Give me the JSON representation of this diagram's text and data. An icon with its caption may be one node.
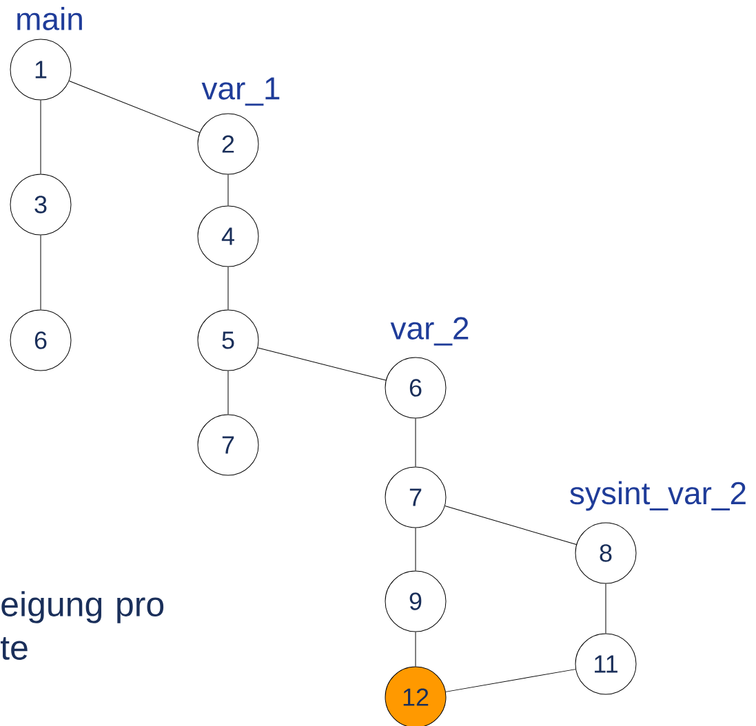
{
  "diagram": {
    "nodes": [
      {
        "text": [
          "1"
        ],
        "beside": [
          "main"
        ]
      },
      {
        "text": [
          "3"
        ]
      },
      {
        "text": [
          "6"
        ]
      },
      {
        "text": [
          "2"
        ],
        "beside": [
          "var_1"
        ]
      },
      {
        "text": [
          "4"
        ]
      },
      {
        "text": [
          "5"
        ]
      },
      {
        "text": [
          "7"
        ]
      },
      {
        "text": [
          "6"
        ],
        "beside": [
          "var_2"
        ]
      },
      {
        "text": [
          "7"
        ]
      },
      {
        "text": [
          "9"
        ]
      },
      {
        "text": [
          "12"
        ]
      },
      {
        "text": [
          "8"
        ],
        "beside": [
          "sysint_var_2"
        ]
      },
      {
        "text": [
          "11"
        ]
      }
    ],
    "edges": [
      {
        "from": 0,
        "to": 1,
        "arrow": "none"
      },
      {
        "from": 1,
        "to": 2,
        "arrow": "none"
      },
      {
        "from": 0,
        "to": 3,
        "arrow": "none"
      },
      {
        "from": 3,
        "to": 4,
        "arrow": "none"
      },
      {
        "from": 4,
        "to": 5,
        "arrow": "none"
      },
      {
        "from": 5,
        "to": 6,
        "arrow": "none"
      },
      {
        "from": 5,
        "to": 7,
        "arrow": "none"
      },
      {
        "from": 7,
        "to": 8,
        "arrow": "none"
      },
      {
        "from": 8,
        "to": 11,
        "arrow": "none"
      },
      {
        "from": 8,
        "to": 9,
        "arrow": "none"
      },
      {
        "from": 9,
        "to": 10,
        "arrow": "none"
      },
      {
        "from": 11,
        "to": 12,
        "arrow": "none"
      },
      {
        "from": 12,
        "to": 10,
        "arrow": "none"
      }
    ],
    "labels": [
      "eigung pro te"
    ]
  }
}
